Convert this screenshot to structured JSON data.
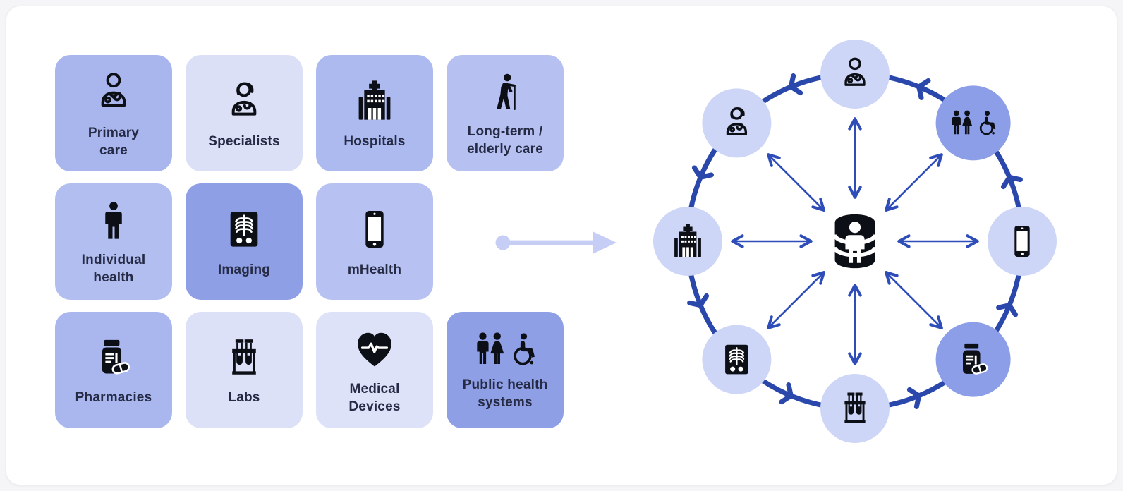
{
  "page": {
    "bg": "#f5f5f7",
    "card_bg": "#ffffff",
    "text_color": "#262b45",
    "icon_color": "#0d0f16"
  },
  "grid": {
    "tiles": [
      {
        "label": "Primary\ncare",
        "icon": "doctor-male-icon",
        "bg": "#a9b6ee"
      },
      {
        "label": "Specialists",
        "icon": "doctor-female-icon",
        "bg": "#dbe0f7"
      },
      {
        "label": "Hospitals",
        "icon": "hospital-icon",
        "bg": "#adbaf0"
      },
      {
        "label": "Long-term /\nelderly care",
        "icon": "elderly-person-icon",
        "bg": "#b6c1f2"
      },
      {
        "label": "Individual\nhealth",
        "icon": "person-icon",
        "bg": "#b2bdf0"
      },
      {
        "label": "Imaging",
        "icon": "xray-icon",
        "bg": "#8e9fe6"
      },
      {
        "label": "mHealth",
        "icon": "smartphone-icon",
        "bg": "#b7c2f2"
      },
      {
        "label": "Pharmacies",
        "icon": "pill-bottle-icon",
        "bg": "#aab7ef"
      },
      {
        "label": "Labs",
        "icon": "test-tubes-icon",
        "bg": "#dce1f8"
      },
      {
        "label": "Medical\nDevices",
        "icon": "heart-pulse-icon",
        "bg": "#dde2f8"
      },
      {
        "label": "Public health\nsystems",
        "icon": "people-accessibility-icon",
        "bg": "#8e9fe6"
      }
    ]
  },
  "connector": {
    "color": "#c7cef5",
    "direction": "right"
  },
  "network": {
    "ring_color": "#2a47ab",
    "arrow_color": "#2e4db8",
    "flow": "counterclockwise",
    "center": {
      "icon": "database-person-icon",
      "color": "#0d0f16"
    },
    "nodes": [
      {
        "id": "primary-care",
        "position": "top",
        "icon": "doctor-male-icon",
        "bg": "#cdd6f6"
      },
      {
        "id": "public-health",
        "position": "top-right",
        "icon": "people-accessibility-icon",
        "bg": "#8c9ee8"
      },
      {
        "id": "mhealth",
        "position": "right",
        "icon": "smartphone-icon",
        "bg": "#cdd6f6"
      },
      {
        "id": "pharmacies",
        "position": "bottom-right",
        "icon": "pill-bottle-icon",
        "bg": "#8c9ee8"
      },
      {
        "id": "labs",
        "position": "bottom",
        "icon": "test-tubes-icon",
        "bg": "#cdd6f6"
      },
      {
        "id": "imaging",
        "position": "bottom-left",
        "icon": "xray-icon",
        "bg": "#cdd6f6"
      },
      {
        "id": "hospitals",
        "position": "left",
        "icon": "hospital-icon",
        "bg": "#cdd6f6"
      },
      {
        "id": "specialists",
        "position": "top-left",
        "icon": "doctor-female-icon",
        "bg": "#cdd6f6"
      }
    ]
  }
}
